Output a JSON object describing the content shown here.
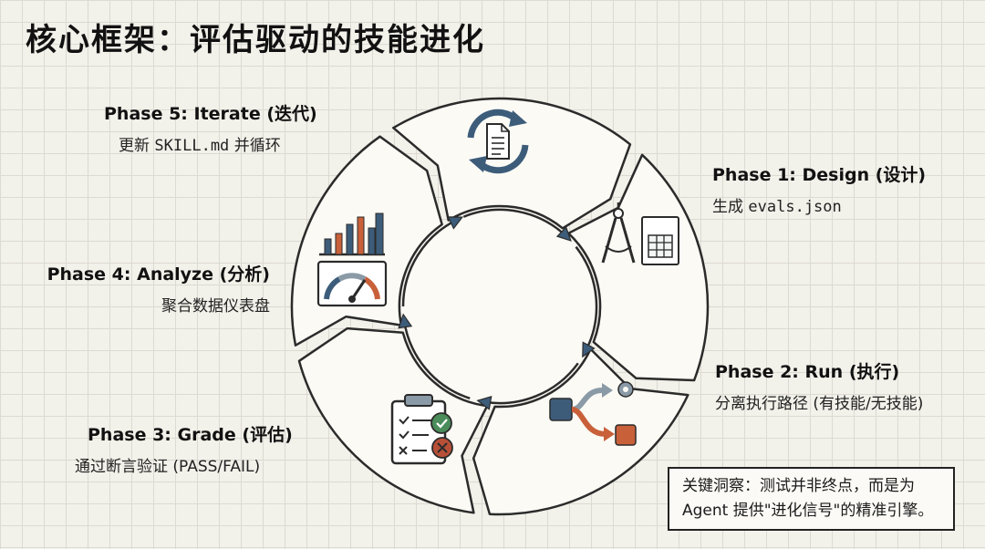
{
  "title": "核心框架：评估驱动的技能进化",
  "phases": {
    "p1": {
      "title": "Phase 1: Design (设计)",
      "desc_prefix": "生成 ",
      "desc_code": "evals.json",
      "icon": "compass-spreadsheet-icon"
    },
    "p2": {
      "title": "Phase 2: Run (执行)",
      "desc": "分离执行路径 (有技能/无技能)",
      "icon": "branching-flow-icon"
    },
    "p3": {
      "title": "Phase 3: Grade (评估)",
      "desc": "通过断言验证 (PASS/FAIL)",
      "icon": "clipboard-checklist-icon"
    },
    "p4": {
      "title": "Phase 4: Analyze (分析)",
      "desc": "聚合数据仪表盘",
      "icon": "bar-chart-gauge-icon"
    },
    "p5": {
      "title": "Phase 5: Iterate (迭代)",
      "desc_prefix": "更新 ",
      "desc_code": "SKILL.md",
      "desc_suffix": " 并循环",
      "icon": "cycle-document-icon"
    }
  },
  "insight": {
    "line1": "关键洞察：测试并非终点，而是为",
    "line2": "Agent 提供\"进化信号\"的精准引擎。"
  },
  "colors": {
    "stroke": "#2b2b2b",
    "accent_blue": "#3c5c7a",
    "accent_orange": "#c8603a",
    "accent_green": "#4a8c5a",
    "accent_red": "#b85038"
  }
}
